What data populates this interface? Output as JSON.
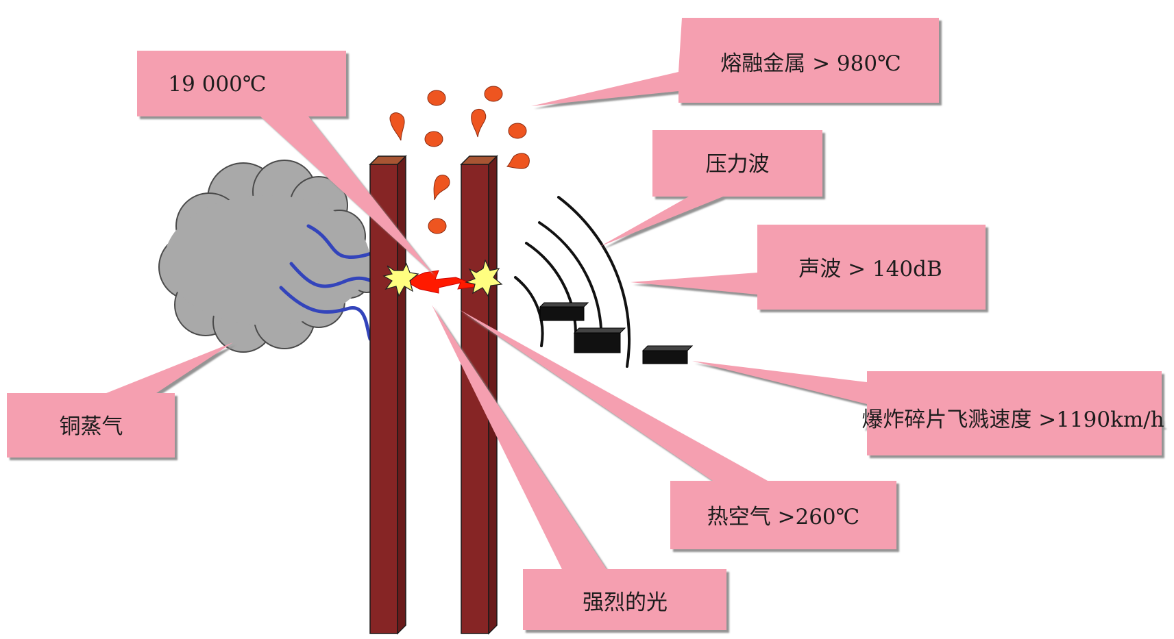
{
  "title": "",
  "labels": {
    "temperature": "19 000℃",
    "molten_metal": "熔融金属 > 980℃",
    "pressure_wave": "压力波",
    "sound_wave": "声波 > 140dB",
    "copper_vapor": "铜蒸气",
    "shrapnel": "爆炸碎片飞溅速度 >1190km/h",
    "hot_air": "热空气 >260℃",
    "intense_light": "强烈的光"
  },
  "colors": {
    "callout_fill": "#f59fb0",
    "callout_shadow": "#999999",
    "busbar_front": "#862525",
    "busbar_top": "#a85533",
    "droplet": "#ee5520",
    "vapor_cloud": "#a9a9a9",
    "heat_wave": "#3344bb",
    "arc": "#ff1a00",
    "spark": "#fffe80",
    "fragment": "#111111"
  }
}
